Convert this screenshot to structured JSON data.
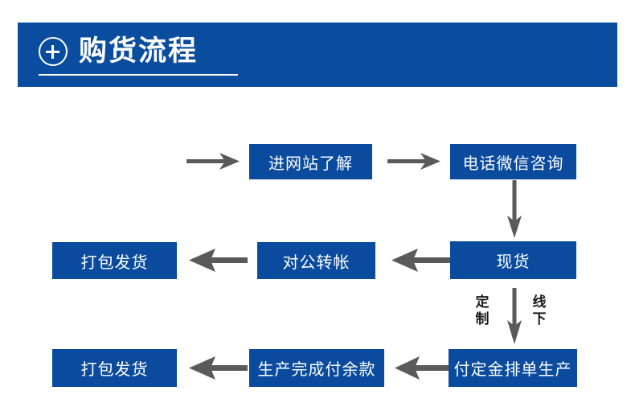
{
  "header": {
    "title": "购货流程",
    "icon": "plus-circle-icon",
    "background_color": "#0a4d9e",
    "text_color": "#ffffff"
  },
  "flow": {
    "box_color": "#0a4b9e",
    "box_text_color": "#ffffff",
    "arrow_color": "#5a5a5a",
    "rows": [
      {
        "row": 1,
        "direction": "left-to-right",
        "boxes": [
          {
            "id": "enter-website",
            "label": "进网站了解"
          },
          {
            "id": "phone-wechat",
            "label": "电话微信咨询"
          }
        ]
      },
      {
        "row": 2,
        "direction": "right-to-left",
        "boxes": [
          {
            "id": "pack-ship-1",
            "label": "打包发货"
          },
          {
            "id": "bank-transfer",
            "label": "对公转帐"
          },
          {
            "id": "in-stock",
            "label": "现货"
          }
        ]
      },
      {
        "row": 3,
        "direction": "right-to-left",
        "boxes": [
          {
            "id": "pack-ship-2",
            "label": "打包发货"
          },
          {
            "id": "finish-pay",
            "label": "生产完成付余款"
          },
          {
            "id": "deposit-order",
            "label": "付定金排单生产"
          }
        ]
      }
    ],
    "side_labels": {
      "custom": "定制",
      "offline": "线下"
    }
  }
}
